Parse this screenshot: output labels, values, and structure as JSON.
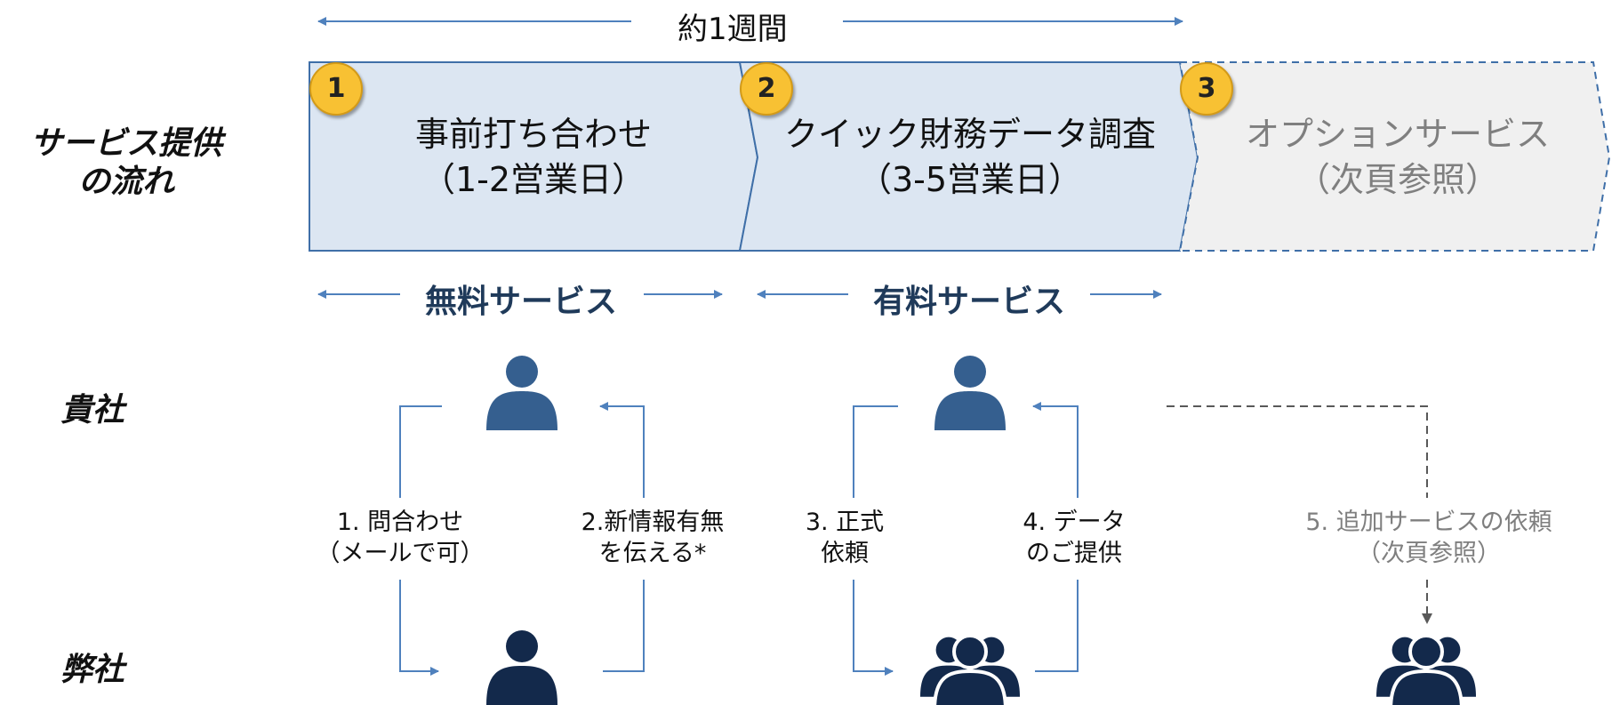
{
  "duration_label": "約1週間",
  "row_labels": {
    "flow": "サービス提供\nの流れ",
    "client": "貴社",
    "us": "弊社"
  },
  "stages": [
    {
      "number": "1",
      "title": "事前打ち合わせ",
      "subtitle": "（1-2営業日）"
    },
    {
      "number": "2",
      "title": "クイック財務データ調査",
      "subtitle": "（3-5営業日）"
    },
    {
      "number": "3",
      "title": "オプションサービス",
      "subtitle": "（次頁参照）"
    }
  ],
  "service_types": {
    "free": "無料サービス",
    "paid": "有料サービス"
  },
  "steps": [
    {
      "text": "1. 問合わせ\n（メールで可）"
    },
    {
      "text": "2.新情報有無\nを伝える*"
    },
    {
      "text": "3. 正式\n依頼"
    },
    {
      "text": "4. データ\nのご提供"
    },
    {
      "text": "5. 追加サービスの依頼\n（次頁参照）"
    }
  ],
  "colors": {
    "stage_fill": "#dce6f2",
    "stage_border": "#3f6fa8",
    "option_fill": "#f0f0f0",
    "arrow": "#4f81bd",
    "person_client": "#355f8f",
    "person_us": "#13294b",
    "badge": "#f8c133",
    "muted_text": "#7f7f7f"
  }
}
